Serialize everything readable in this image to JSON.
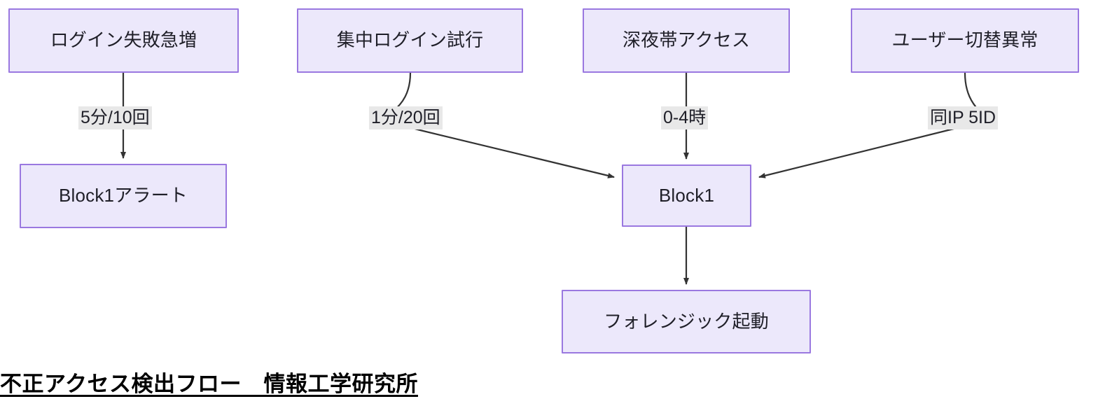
{
  "diagram": {
    "title": "不正アクセス検出フロー　情報工学研究所",
    "type": "flowchart",
    "direction": "top-down",
    "colors": {
      "node_fill": "#ECE8FB",
      "node_border": "#9A78E0",
      "edge_stroke": "#333333",
      "edge_label_background": "#E8E8E8",
      "text": "#1f1f28",
      "title_text": "#000000",
      "canvas_background": "#ffffff"
    },
    "nodes": [
      {
        "id": "n1",
        "label": "ログイン失敗急増"
      },
      {
        "id": "n2",
        "label": "集中ログイン試行"
      },
      {
        "id": "n3",
        "label": "深夜帯アクセス"
      },
      {
        "id": "n4",
        "label": "ユーザー切替異常"
      },
      {
        "id": "n5",
        "label": "Block1アラート"
      },
      {
        "id": "n6",
        "label": "Block1"
      },
      {
        "id": "n7",
        "label": "フォレンジック起動"
      }
    ],
    "edges": [
      {
        "id": "e1",
        "from": "n1",
        "to": "n5",
        "label": "5分/10回"
      },
      {
        "id": "e2",
        "from": "n2",
        "to": "n6",
        "label": "1分/20回"
      },
      {
        "id": "e3",
        "from": "n3",
        "to": "n6",
        "label": "0-4時"
      },
      {
        "id": "e4",
        "from": "n4",
        "to": "n6",
        "label": "同IP 5ID"
      },
      {
        "id": "e5",
        "from": "n6",
        "to": "n7",
        "label": ""
      }
    ]
  }
}
